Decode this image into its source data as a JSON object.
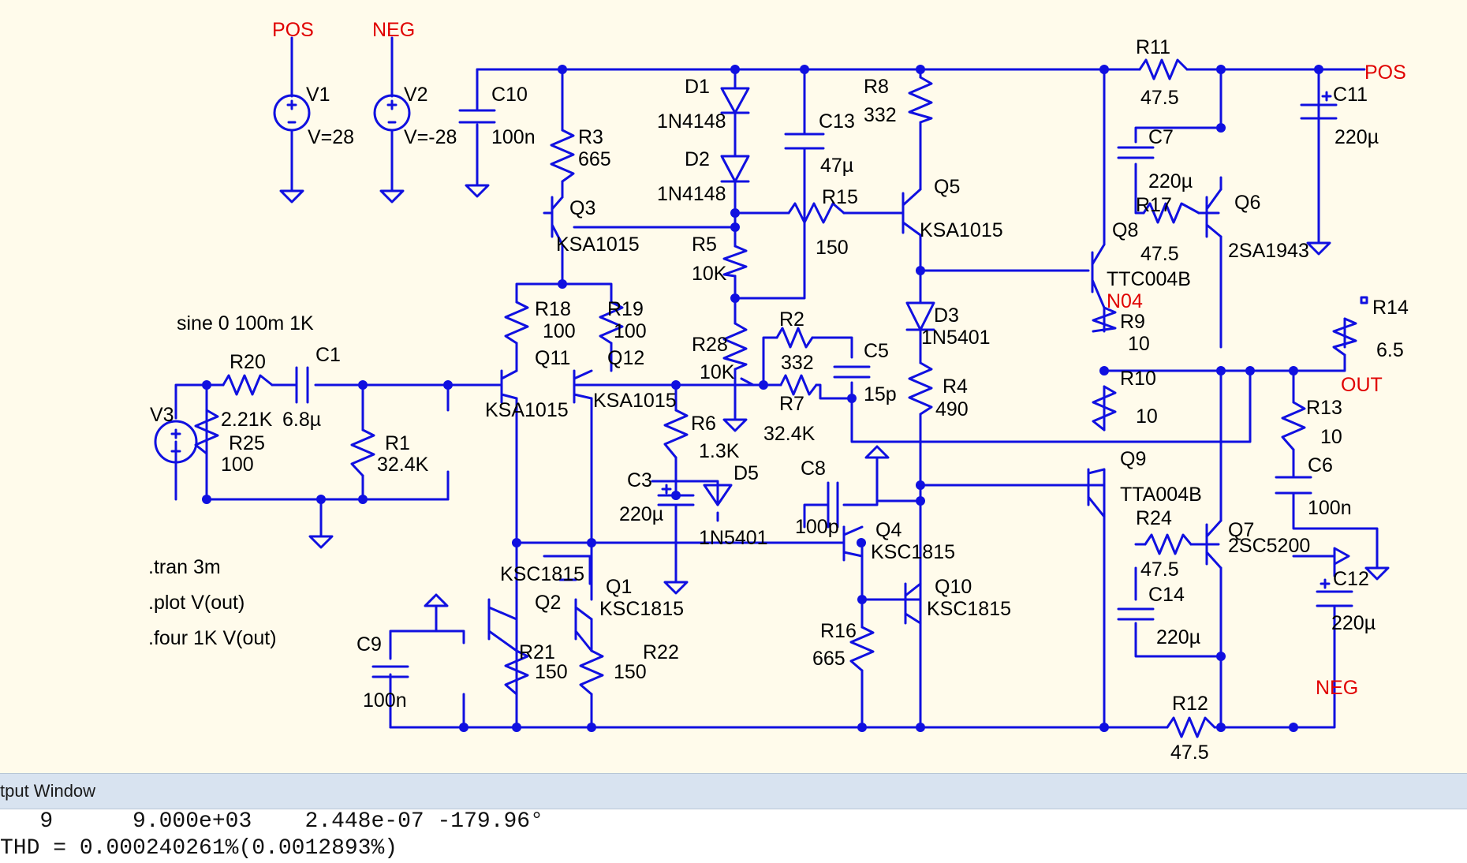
{
  "schematic": {
    "nets": {
      "pos": "POS",
      "neg": "NEG",
      "out": "OUT",
      "n04": "N04"
    },
    "sources": [
      {
        "ref": "V1",
        "value": "V=28"
      },
      {
        "ref": "V2",
        "value": "V=-28"
      },
      {
        "ref": "V3",
        "value": "sine 0 100m 1K"
      }
    ],
    "resistors": {
      "r1": {
        "ref": "R1",
        "value": "32.4K"
      },
      "r2": {
        "ref": "R2",
        "value": "332"
      },
      "r3": {
        "ref": "R3",
        "value": "665"
      },
      "r4": {
        "ref": "R4",
        "value": "490"
      },
      "r5": {
        "ref": "R5",
        "value": "10K"
      },
      "r6": {
        "ref": "R6",
        "value": "1.3K"
      },
      "r7": {
        "ref": "R7",
        "value": "32.4K"
      },
      "r8": {
        "ref": "R8",
        "value": "332"
      },
      "r9": {
        "ref": "R9",
        "value": "10"
      },
      "r10": {
        "ref": "R10",
        "value": "10"
      },
      "r11": {
        "ref": "R11",
        "value": "47.5"
      },
      "r12": {
        "ref": "R12",
        "value": "47.5"
      },
      "r13": {
        "ref": "R13",
        "value": "10"
      },
      "r14": {
        "ref": "R14",
        "value": "6.5"
      },
      "r15": {
        "ref": "R15",
        "value": "150"
      },
      "r16": {
        "ref": "R16",
        "value": "665"
      },
      "r17": {
        "ref": "R17",
        "value": "47.5"
      },
      "r18": {
        "ref": "R18",
        "value": "100"
      },
      "r19": {
        "ref": "R19",
        "value": "100"
      },
      "r20": {
        "ref": "R20",
        "value": "2.21K"
      },
      "r21": {
        "ref": "R21",
        "value": "150"
      },
      "r22": {
        "ref": "R22",
        "value": "150"
      },
      "r24": {
        "ref": "R24",
        "value": "47.5"
      },
      "r25": {
        "ref": "R25",
        "value": "100"
      },
      "r28": {
        "ref": "R28",
        "value": "10K"
      }
    },
    "capacitors": {
      "c1": {
        "ref": "C1",
        "value": "6.8µ"
      },
      "c3": {
        "ref": "C3",
        "value": "220µ"
      },
      "c5": {
        "ref": "C5",
        "value": "15p"
      },
      "c6": {
        "ref": "C6",
        "value": "100n"
      },
      "c7": {
        "ref": "C7",
        "value": "220µ"
      },
      "c8": {
        "ref": "C8",
        "value": "100p"
      },
      "c9": {
        "ref": "C9",
        "value": "100n"
      },
      "c10": {
        "ref": "C10",
        "value": "100n"
      },
      "c11": {
        "ref": "C11",
        "value": "220µ"
      },
      "c12": {
        "ref": "C12",
        "value": "220µ"
      },
      "c13": {
        "ref": "C13",
        "value": "47µ"
      },
      "c14": {
        "ref": "C14",
        "value": "220µ"
      }
    },
    "diodes": {
      "d1": {
        "ref": "D1",
        "value": "1N4148"
      },
      "d2": {
        "ref": "D2",
        "value": "1N4148"
      },
      "d3": {
        "ref": "D3",
        "value": "1N5401"
      },
      "d5": {
        "ref": "D5",
        "value": "1N5401"
      }
    },
    "transistors": {
      "q1": {
        "ref": "Q1",
        "value": "KSC1815"
      },
      "q2": {
        "ref": "Q2",
        "value": "KSC1815"
      },
      "q3": {
        "ref": "Q3",
        "value": "KSA1015"
      },
      "q4": {
        "ref": "Q4",
        "value": "KSC1815"
      },
      "q5": {
        "ref": "Q5",
        "value": "KSA1015"
      },
      "q6": {
        "ref": "Q6",
        "value": "2SA1943"
      },
      "q7": {
        "ref": "Q7",
        "value": "2SC5200"
      },
      "q8": {
        "ref": "Q8",
        "value": "TTC004B"
      },
      "q9": {
        "ref": "Q9",
        "value": "TTA004B"
      },
      "q10": {
        "ref": "Q10",
        "value": "KSC1815"
      },
      "q11": {
        "ref": "Q11",
        "value": "KSA1015"
      },
      "q12": {
        "ref": "Q12",
        "value": "KSA1015"
      }
    },
    "directives": [
      ".tran 3m",
      ".plot V(out)",
      ".four 1K V(out)"
    ]
  },
  "output_window": {
    "title": "tput Window",
    "lines": [
      "   9      9.000e+03    2.448e-07 -179.96°",
      "THD = 0.000240261%(0.0012893%)"
    ]
  },
  "colors": {
    "wire": "#1010e0",
    "net_label": "#e00000",
    "background": "#fffbeb",
    "output_title_bar": "#d8e3f0"
  }
}
